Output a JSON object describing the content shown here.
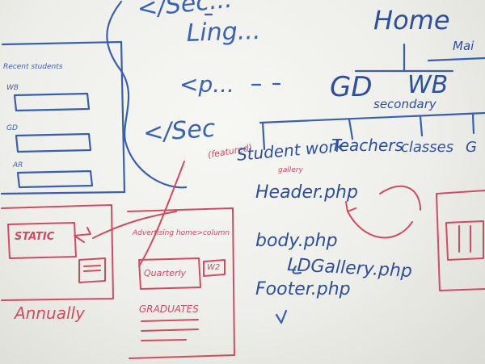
{
  "board": {
    "colors": {
      "blue_marker": "#2d4f9c",
      "red_marker": "#d24b5f",
      "board": "#f3f3ef"
    },
    "left_wireframe": {
      "title": "Recent students",
      "field_labels": [
        "WB",
        "GD",
        "AR"
      ]
    },
    "center_notes": {
      "sec_top": "</Sec...",
      "ling": "Ling...",
      "cp": "<p...",
      "sec_bottom": "</Sec",
      "featured": "(featured)"
    },
    "sitemap": {
      "home": "Home",
      "main": "Mai",
      "gd": "GD",
      "wb": "WB",
      "secondary": "secondary",
      "nodes": [
        "Student work",
        "Teachers",
        "classes",
        "G"
      ]
    },
    "php_files": {
      "gallery_note": "gallery",
      "header": "Header.php",
      "body": "body.php",
      "gallery": "LDGallery.php",
      "footer": "Footer.php"
    },
    "red_sketches": {
      "static": "STATIC",
      "annually": "Annually",
      "advertising": "Advertising home>column",
      "quarterly": "Quarterly",
      "graduates": "GRADUATES",
      "w2": "W2"
    }
  }
}
